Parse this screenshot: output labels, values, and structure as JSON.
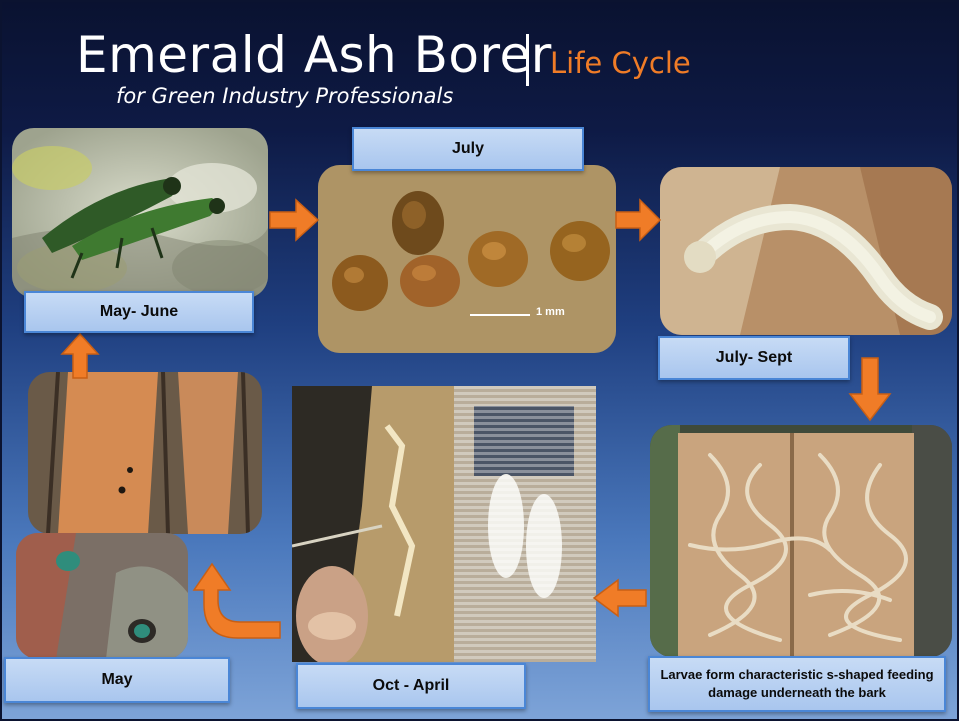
{
  "title": {
    "main": "Emerald Ash Borer",
    "section": "Life Cycle",
    "subtitle": "for Green Industry Professionals"
  },
  "stages": {
    "adults": "May- June",
    "eggs": "July",
    "larva": "July- Sept",
    "galleries": "Larvae form characteristic s-shaped feeding damage underneath the bark",
    "pupae": "Oct - April",
    "emergence": "May"
  },
  "eggs_photo": {
    "scale_label": "1 mm"
  },
  "colors": {
    "accent": "#f07c27",
    "label_bg": "#b6d0f2",
    "label_border": "#4a86d6",
    "background_top": "#0a1230",
    "background_bottom": "#7ea4d8"
  },
  "icons": [
    "arrow-right-icon",
    "arrow-down-icon",
    "arrow-left-icon",
    "arrow-up-icon",
    "u-turn-arrow-icon"
  ]
}
